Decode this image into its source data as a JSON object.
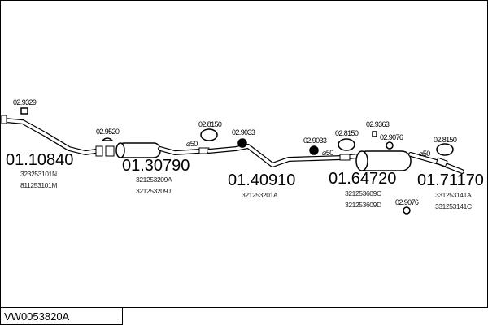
{
  "diagram": {
    "reference": "VW0053820A",
    "assemblies": [
      {
        "code": "01.10840",
        "oem": [
          "323253101N",
          "811253101M"
        ]
      },
      {
        "code": "01.30790",
        "oem": [
          "321253209A",
          "321253209J"
        ]
      },
      {
        "code": "01.40910",
        "oem": [
          "321253201A"
        ]
      },
      {
        "code": "01.64720",
        "oem": [
          "321253609C",
          "321253609D"
        ]
      },
      {
        "code": "01.71170",
        "oem": [
          "331253141A",
          "331253141C"
        ]
      }
    ],
    "fittings": [
      "02.9329",
      "02.9520",
      "02.8150",
      "02.9033",
      "02.9033",
      "02.8150",
      "02.9363",
      "02.9076",
      "02.9076",
      "02.8150"
    ],
    "diameters": [
      "⌀50",
      "⌀50",
      "⌀50"
    ]
  }
}
